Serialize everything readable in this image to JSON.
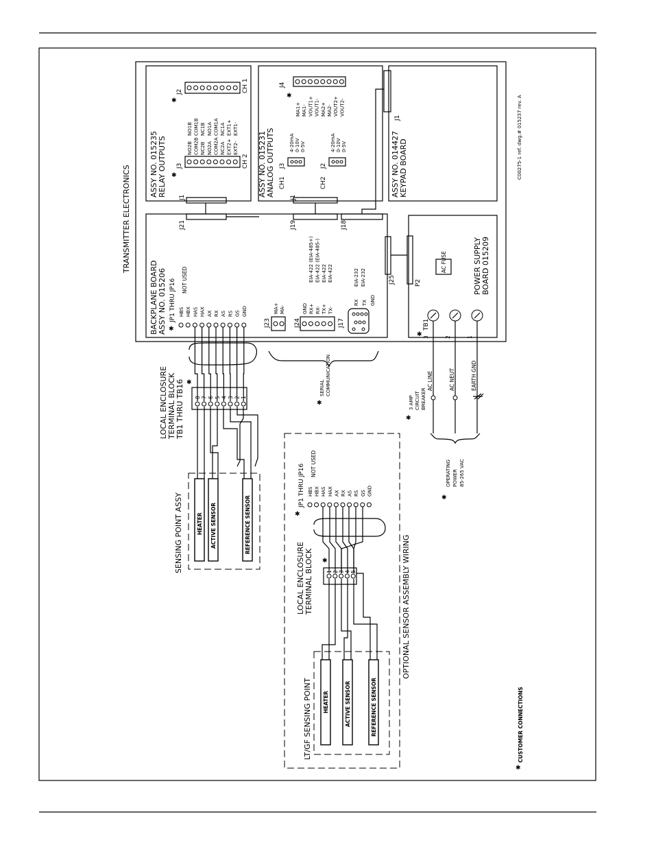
{
  "transmitter_title": "TRANSMITTER ELECTRONICS",
  "relay_board": {
    "title1": "ASSY NO. 015235",
    "title2": "RELAY OUTPUTS",
    "j2": "J2",
    "j3": "J3",
    "ch1": "CH 1",
    "ch2": "CH 2",
    "j1": "J1",
    "ch1_terminals": [
      "NO1B",
      "COM1B",
      "NC1B",
      "NO1A",
      "COM1A",
      "NC1A",
      "EXT1+",
      "EXT1-"
    ],
    "ch2_terminals": [
      "NO2B",
      "COM2B",
      "NC2B",
      "NO2A",
      "COM2A",
      "NC2A",
      "EXT2+",
      "EXT2-"
    ]
  },
  "analog_board": {
    "title1": "ASSY NO. 015231",
    "title2": "ANALOG OUTPUTS",
    "j4": "J4",
    "j4_terminals": [
      "MA1+",
      "MA1-",
      "VOUT1+",
      "VOUT1-",
      "MA2+",
      "MA2-",
      "VOUT2+",
      "VOUT2-"
    ],
    "j3": "J3",
    "j2": "J2",
    "ch1": "CH1",
    "ch2": "CH2",
    "ranges": [
      "4-20mA",
      "0-10V",
      "0-5V"
    ],
    "j1": "J1"
  },
  "keypad_board": {
    "title1": "ASSY NO. 014427",
    "title2": "KEYPAD BOARD",
    "j1": "J1"
  },
  "drawing_ref": "C00275-1 ref. dwg.# 015237 rev. A",
  "backplane": {
    "title1": "BACKPLANE BOARD",
    "title2": "ASSY NO. 015206",
    "jp": "JP1 THRU JP16",
    "jp_terminals": [
      "HBS",
      "HBX",
      "HAS",
      "HAX",
      "AX",
      "RX",
      "AS",
      "RS",
      "GS",
      "GND"
    ],
    "not_used": "NOT USED",
    "j21": "J21",
    "j19": "J19",
    "j18": "J18",
    "j25": "J25",
    "j23": "J23",
    "j23_terminals": [
      "MA+",
      "MA-"
    ],
    "j24": "J24",
    "j24_terminals": [
      "GND",
      "RX+",
      "RX-",
      "TX+",
      "TX-"
    ],
    "j24_protocols": [
      "EIA-422  (EIA-485+)",
      "EIA-422  (EIA-485-)",
      "EIA-422",
      "EIA-422"
    ],
    "j17": "J17",
    "j17_terminals": [
      "RX",
      "TX",
      "GND"
    ],
    "j17_protocols": [
      "EIA-232",
      "EIA-232"
    ]
  },
  "power_board": {
    "title1": "POWER SUPPLY",
    "title2": "BOARD 015209",
    "fuse": "AC FUSE",
    "tb1": "TB1",
    "p2": "P2",
    "terminal_numbers": [
      "3",
      "2",
      "1"
    ]
  },
  "power_lines": {
    "line": "AC LINE",
    "neut": "AC NEUT",
    "gnd": "EARTH GND",
    "breaker": [
      "3 AMP",
      "CIRCUIT",
      "BREAKER"
    ],
    "operating": [
      "OPERATING",
      "POWER",
      "85-265 VAC"
    ]
  },
  "serial": [
    "SERIAL",
    "COMMUNICATION"
  ],
  "local_tb_top": {
    "title1": "LOCAL ENCLOSURE",
    "title2": "TERMINAL BLOCK",
    "title3": "TB1 THRU TB16",
    "numbers": [
      "8",
      "7",
      "6",
      "5",
      "4",
      "3",
      "2",
      "1"
    ]
  },
  "sensing_point": {
    "title": "SENSING POINT ASSY",
    "heater": "HEATER",
    "active": "ACTIVE SENSOR",
    "reference": "REFERENCE SENSOR"
  },
  "optional": {
    "title": "OPTIONAL SENSOR ASSEMBLY WIRING",
    "jp": "JP1 THRU JP16",
    "jp_terminals": [
      "HBS",
      "HBX",
      "HAS",
      "HAX",
      "AX",
      "RX",
      "AS",
      "RS",
      "GS",
      "GND"
    ],
    "not_used": "NOT USED",
    "tb_title1": "LOCAL ENCLOSURE",
    "tb_title2": "TERMINAL BLOCK",
    "numbers": [
      "1",
      "2",
      "3",
      "4",
      "5"
    ],
    "lt_title": "LT/GF SENSING POINT",
    "heater": "HEATER",
    "active": "ACTIVE SENSOR",
    "reference": "REFERENCE SENSOR"
  },
  "legend": "CUSTOMER CONNECTIONS",
  "asterisk": "✱"
}
